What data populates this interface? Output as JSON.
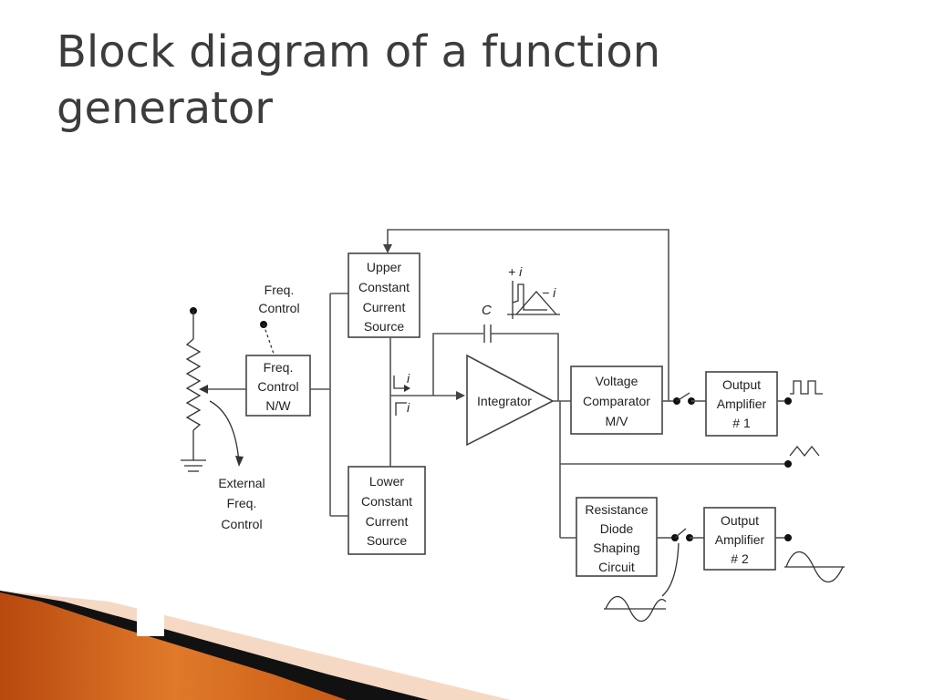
{
  "slide": {
    "title_line1": "Block diagram of a function",
    "title_line2": "generator"
  },
  "diagram": {
    "freq_control_label": [
      "Freq.",
      "Control"
    ],
    "freq_control_nw": [
      "Freq.",
      "Control",
      "N/W"
    ],
    "external_freq_control": [
      "External",
      "Freq.",
      "Control"
    ],
    "upper_source": [
      "Upper",
      "Constant",
      "Current",
      "Source"
    ],
    "lower_source": [
      "Lower",
      "Constant",
      "Current",
      "Source"
    ],
    "integrator": "Integrator",
    "capacitor": "C",
    "current_plus": "+ i",
    "current_minus": "− i",
    "current_i_top": "i",
    "current_i_bottom": "i",
    "voltage_comparator": [
      "Voltage",
      "Comparator",
      "M/V"
    ],
    "output_amp_1": [
      "Output",
      "Amplifier",
      "# 1"
    ],
    "output_amp_2": [
      "Output",
      "Amplifier",
      "# 2"
    ],
    "shaping_circuit": [
      "Resistance",
      "Diode",
      "Shaping",
      "Circuit"
    ]
  },
  "colors": {
    "title": "#3c3c3c",
    "line": "#555555",
    "accent_orange": "#d9661c",
    "accent_dark": "#111111",
    "accent_peach": "#f6d9c4"
  }
}
